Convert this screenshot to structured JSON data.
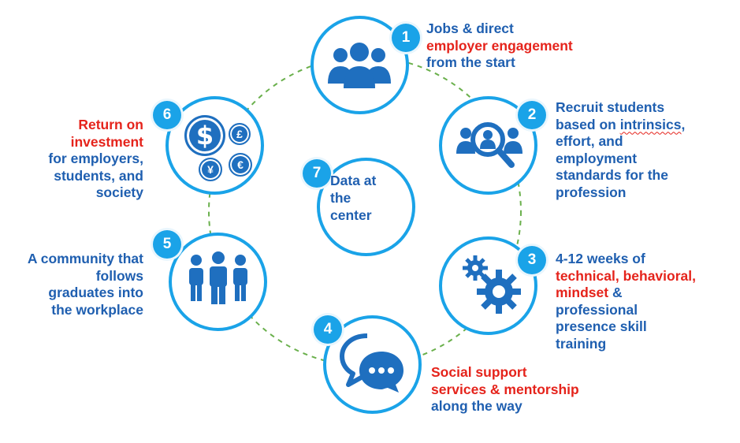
{
  "steps": [
    {
      "number": "1",
      "icon": "people-group-icon",
      "lines": [
        {
          "text": "Jobs & direct",
          "color": "blue"
        },
        {
          "text": "employer engagement",
          "color": "red"
        },
        {
          "text": "from the start",
          "color": "blue"
        }
      ]
    },
    {
      "number": "2",
      "icon": "search-person-icon",
      "lines": [
        {
          "text": "Recruit students",
          "color": "blue"
        },
        {
          "text": "based on ",
          "color": "blue",
          "extra": "intrinsics",
          "extra_suffix": ","
        },
        {
          "text": "effort, and",
          "color": "blue"
        },
        {
          "text": "employment",
          "color": "blue"
        },
        {
          "text": "standards for the",
          "color": "blue"
        },
        {
          "text": "profession",
          "color": "blue"
        }
      ]
    },
    {
      "number": "3",
      "icon": "gears-icon",
      "lines": [
        {
          "text": "4-12 weeks of",
          "color": "blue"
        },
        {
          "text": "technical, behavioral,",
          "color": "red"
        },
        {
          "text": "mindset",
          "color": "red",
          "suffix": " &"
        },
        {
          "text": "professional",
          "color": "blue"
        },
        {
          "text": "presence skill",
          "color": "blue"
        },
        {
          "text": "training",
          "color": "blue"
        }
      ]
    },
    {
      "number": "4",
      "icon": "chat-bubbles-icon",
      "lines": [
        {
          "text": "Social support",
          "color": "red"
        },
        {
          "text": "services & mentorship",
          "color": "red"
        },
        {
          "text": "along the way",
          "color": "blue"
        }
      ]
    },
    {
      "number": "5",
      "icon": "community-people-icon",
      "lines": [
        {
          "text": "A community that",
          "color": "blue"
        },
        {
          "text": "follows",
          "color": "blue"
        },
        {
          "text": "graduates into",
          "color": "blue"
        },
        {
          "text": "the workplace",
          "color": "blue"
        }
      ]
    },
    {
      "number": "6",
      "icon": "currency-coins-icon",
      "lines": [
        {
          "text": "Return on",
          "color": "red"
        },
        {
          "text": "investment",
          "color": "red"
        },
        {
          "text": "for employers,",
          "color": "blue"
        },
        {
          "text": "students, and",
          "color": "blue"
        },
        {
          "text": "society",
          "color": "blue"
        }
      ]
    }
  ],
  "center": {
    "number": "7",
    "lines": [
      "Data at",
      "the",
      "center"
    ]
  },
  "coin_symbols": {
    "dollar": "$",
    "pound": "£",
    "yen": "¥",
    "euro": "€"
  },
  "colors": {
    "circle": "#1aa3e8",
    "icon": "#1f6fbf",
    "text_blue": "#1f5fb0",
    "text_red": "#e5231b",
    "dashed_ring": "#6ab04c"
  }
}
